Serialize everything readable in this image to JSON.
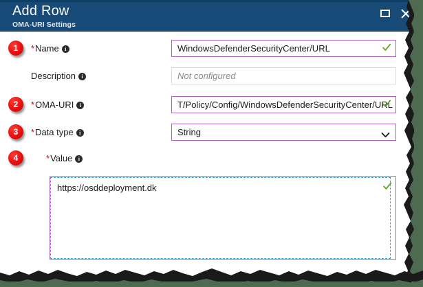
{
  "window": {
    "title": "Add Row",
    "subtitle": "OMA-URI Settings",
    "maximize_icon": "maximize-icon",
    "close_icon": "close-icon",
    "titlebar_color": "#174a77"
  },
  "theme": {
    "accent_purple": "#b05ec4",
    "badge_red": "#e60f0f",
    "check_green": "#5aa822",
    "focus_blue": "#2fa3e8",
    "page_background": "#4e6b52",
    "required_asterisk": "#d40000"
  },
  "fields": [
    {
      "badge": "1",
      "label": "Name",
      "required": true,
      "info_icon": "info-icon",
      "value": "WindowsDefenderSecurityCenter/URL",
      "placeholder": "",
      "state": "valid",
      "validation_icon": "check-icon",
      "control": "textbox"
    },
    {
      "badge": "",
      "label": "Description",
      "required": false,
      "info_icon": "info-icon",
      "value": "",
      "placeholder": "Not configured",
      "state": "empty",
      "validation_icon": "",
      "control": "textbox"
    },
    {
      "badge": "2",
      "label": "OMA-URI",
      "required": true,
      "info_icon": "info-icon",
      "value": "T/Policy/Config/WindowsDefenderSecurityCenter/URL",
      "placeholder": "",
      "state": "valid",
      "validation_icon": "check-icon",
      "control": "textbox"
    },
    {
      "badge": "3",
      "label": "Data type",
      "required": true,
      "info_icon": "info-icon",
      "value": "String",
      "placeholder": "",
      "state": "valid",
      "validation_icon": "chevron-down-icon",
      "control": "dropdown"
    }
  ],
  "value_field": {
    "badge": "4",
    "label": "Value",
    "required": true,
    "info_icon": "info-icon",
    "value": "https://osddeployment.dk",
    "state": "valid-focused",
    "validation_icon": "check-icon",
    "control": "textarea"
  }
}
